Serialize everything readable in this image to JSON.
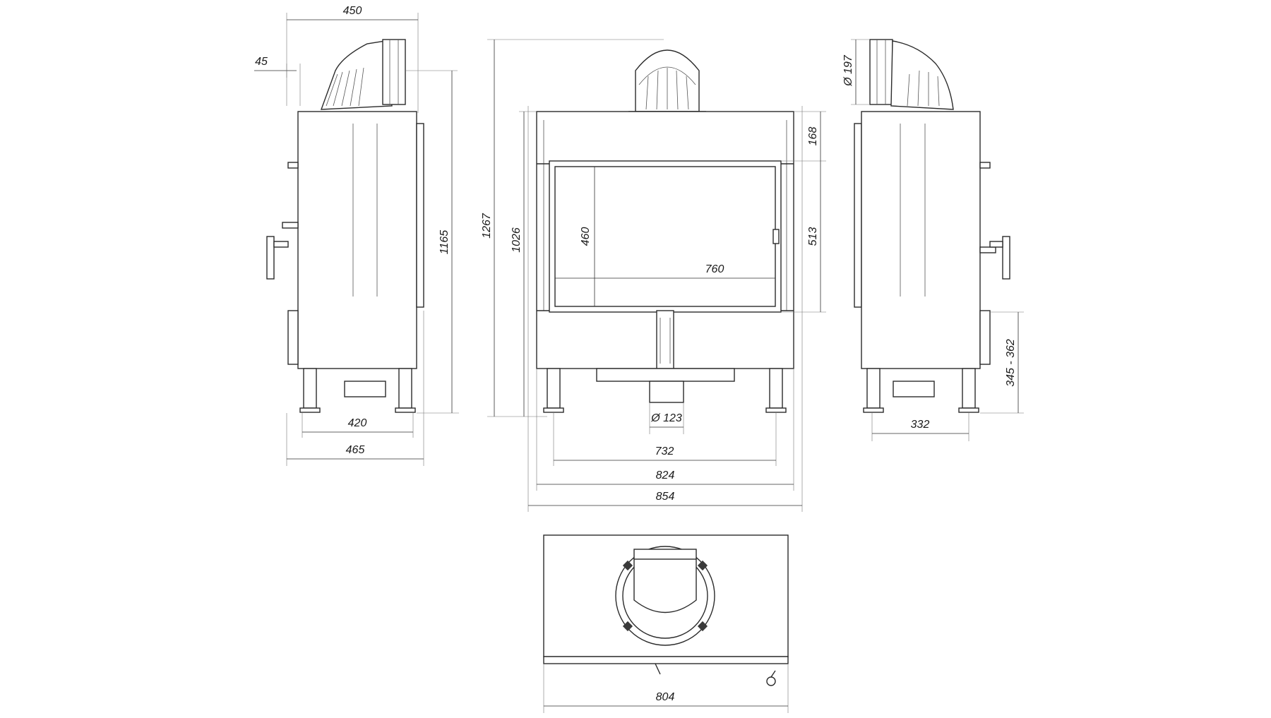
{
  "dimensions": {
    "side_left": {
      "depth_top": "450",
      "offset": "45",
      "height": "1165",
      "feet_span": "420",
      "overall_depth": "465"
    },
    "front": {
      "overall_height": "1267",
      "body_height": "1026",
      "glass_height": "460",
      "glass_width": "760",
      "top_section": "168",
      "door_height": "513",
      "air_inlet": "Ø 123",
      "feet_span": "732",
      "body_width": "824",
      "overall_width": "854"
    },
    "side_right": {
      "flue_diameter": "Ø 197",
      "door_offset": "345 - 362",
      "feet_span": "332"
    },
    "top_view": {
      "width": "804"
    }
  },
  "colors": {
    "line": "#2b2b2b",
    "background": "#ffffff"
  }
}
